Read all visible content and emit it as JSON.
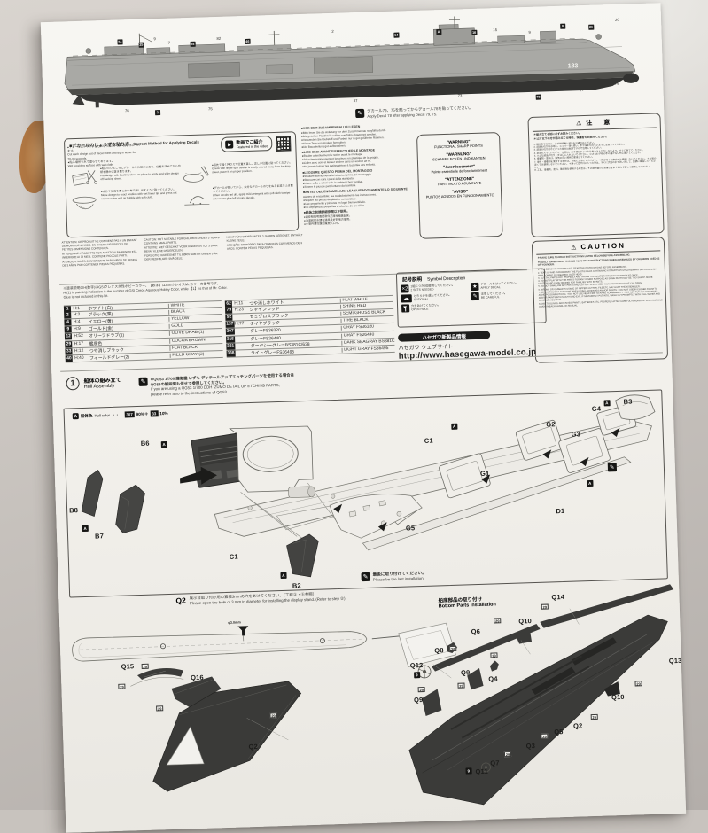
{
  "icons": {
    "play": "▶",
    "pencil": "✎",
    "star": "★",
    "warning": "⚠",
    "x2": "×2",
    "optional": "◀▶"
  },
  "ship": {
    "hull_number": "183",
    "decal_note_jp": "デカール79、75を貼ってからデカール78を貼ってください。",
    "decal_note_en": "Apply Decal 78 after applying Decal 79, 75.",
    "callouts_top": [
      "24",
      "25",
      "9",
      "7",
      "34",
      "82",
      "46",
      "2",
      "14",
      "A",
      "16",
      "15",
      "9",
      "8",
      "26",
      "20"
    ],
    "callouts_bottom": [
      "76",
      "2",
      "75",
      "37",
      "73",
      "78",
      "77",
      "74"
    ]
  },
  "decal_guide": {
    "title_jp": "■デカールのじょうずな貼り方",
    "title_en": "Correct Method for Applying Decals",
    "intro": [
      {
        "jp": "●デカールはデザインごとに切り離し、20〜30秒水につけます。",
        "en": "Cut each design out of decal sheet and dip in water for 20-30 seconds."
      },
      {
        "jp": "●貼る場所を水で湿らせておきます。",
        "en": "Wet receiving surface with wet cloth."
      }
    ],
    "steps": [
      {
        "jp": "●貼りたいところにデカールを台紙ごとあて、位置を決めてから台紙を静かに抜き取ります。",
        "en": "Put design with backing sheet on place to apply, and slide design off backing sheet."
      },
      {
        "jp": "●指先で軽く押さえて位置を直し、正しい位置に貼ってください。",
        "en": "Check with finger tip if design is easily moved away from backing sheet, place it on proper position."
      },
      {
        "jp": "●水分や気泡を柔らかい布で押し出すように取ってください。",
        "en": "Move design to exact position with wet finger tip, and press out excess water and air bubble with soft cloth."
      },
      {
        "jp": "●デカールが乾いてから、余分なデカールのりをぬるま湯でふき取ってください。",
        "en": "When decals get dry, apply mild detergent with soft cloth to wipe out excess glue left around decals."
      }
    ],
    "video_jp": "動画でご紹介",
    "video_en": "Featured in the video"
  },
  "read_first": {
    "sections": [
      {
        "h": "■VOR DEM ZUSAMMENBAU ZU LESEN",
        "lines": [
          "●Bitte lesen Sie die Anleitung vor dem Zusammenbau sorgfältig durch.",
          "●Die geteilten Plastikteile sollten sorgfältig abgetrennt werden.",
          "●Verwenden Sie Klebstoff und Farben nur in gut gelüfteten Räumen.",
          "●Kleine Teile von Kindern fernhalten.",
          "●Die Bauanleitung gut aufbewahren."
        ]
      },
      {
        "h": "■LIRE CECI AVANT D'EFFECTUER LE MONTAGE",
        "lines": [
          "●Étudier attentivement la notice avant le montage.",
          "●Détacher soigneusement les pièces en plastique de la grappe.",
          "●Coller avec soin et laisser sécher dans un endroit aé ré.",
          "●Ne jamais laisser les petites pièces à la portée des enfants."
        ]
      },
      {
        "h": "■LEGGERE QUESTO PRIMA DEL MONTAGGIO",
        "lines": [
          "●Studiare attentamente le istruzioni prima del montaggio.",
          "●Staccare con cura i pezzi dalla stampata.",
          "●Usare colla e colori solo in ambienti ben ventilati.",
          "●Tenere le piccole parti lontano dai bambini."
        ]
      },
      {
        "h": "■ANTES DEL ENSAMBLAJE, LEA CUIDADOSAMENTE LO SIGUIENTE",
        "lines": [
          "●Antes de ensamblar, lea cuidadosamente las instrucciones.",
          "●Separe las piezas de plástico con cuidado.",
          "●Use pegamento y pinturas en lugar bien ventilado.",
          "●No deje piezas pequeñas al alcance de los niños."
        ]
      },
      {
        "h": "■組装之前請詳細参閲以下説明。",
        "lines": [
          "●請参照説明書把零件正確地組装起来。",
          "●油漆和胶水請在通風良好的地方使用。",
          "●小零件請勿譲幼童放入口中。"
        ]
      }
    ]
  },
  "sharp_box": {
    "rows": [
      [
        "\"WARNING\"",
        "FUNCTIONAL SHARP POINTS"
      ],
      [
        "\"WARNUNG\"",
        "SCHARFE ECKEN UND KANTEN"
      ],
      [
        "\"Avertissement\"",
        "Pointe essentielle de fonctionnement"
      ],
      [
        "\"ATTENZIONE\"",
        "PARTI MOLTO ACUMINATE"
      ],
      [
        "\"AVISO\"",
        "PUNTOS AGUDOS EN FUNCIONAMIENTO"
      ]
    ]
  },
  "jp_caution": {
    "title": "注　意",
    "lead": [
      "＊組み立てる前に必ずお読みください。",
      "＊12才以下の方が組み立てる時は、保護者もお読みください。"
    ],
    "lines": [
      "1. 組み立てる前に、必ず説明書と部品をお確かめください。",
      "2. 部品を切り取る時は、ニッパー等を使い、手や指を切らないように注意してください。",
      "3. 部品の切り口やとがった部分は危険ですので注意してください。",
      "4. 部品の入っていたビニール袋は、お子様がかぶったり飲み込んだりしないよう、すぐに捨ててください。",
      "5. 小さな部品や切りくずは口に入れないでください。小さなお子様の手の届かない所に置いてください。",
      "6. 接着剤・塗料は、換気の良い場所で使用してください。",
      "7. 塗料・接着剤を使用する場合は、下記に注意してください。＊締め切った室内では使用しないでください。＊火気の近くでは使用しないでください。＊誤って目や口に入った時は、すぐに大量の水で洗い流して、医師に相談してください。",
      "8. 工具、接着剤、塗料、電池等を使用する場合は、その説明書の注意書きをよく読んで正しく使用してください。"
    ]
  },
  "caution_en": {
    "title": "CAUTION",
    "lead": [
      "＊MAKE SURE TO READ INSTRUCTIONS LISTED BELOW BEFORE ASSEMBLING.",
      "＊ADULT SUPERVISION SHOULD ALSO READ INSTRUCTIONS WHEN ASSEMBLED BY CHILDREN AGED 12 OR YOUNGER."
    ],
    "lines": [
      "1. THIS BEING AN ASSEMBLY KIT, READ THE INSTRUCTIONS BEFORE ASSEMBLING.",
      "2. TEAR UP AND THROW AWAY THE PLASTIC BAGS CONTAINING KIT PARTS AS CHILDREN MAY SUFFOCATE BY SWALLOWING OR WEARING OVER HEAD.",
      "3. CUT THE PARTS OFF PROPERLY AND THROW THE WASTE PARTS INTO DUSTBOX AT ONCE.",
      "4. DO NOT PLAY WITH THE PARTS FOR ANY OTHER PURPOSE AS SOME PARTS MAY BE TOO SHARP. MORE CAUTION AND CARE NEEDED FOR FAMILIES WITH INFANTS.",
      "5. DO NOT SWALLOW ANY PARTS AND CUT-OFF CHIPS. KEEP AWAY FROM REACH OF CHILDREN.",
      "6. WRONG OR CARELESS USAGE OF NIPPER, CUTTER, FILE ETC. MAY HURT THE ASSEMBLER.",
      "7. BE CAUTIOUS AS FOLLOWS WHEN USING ADHESIVES AND/OR PAINTS: ＊DO NOT USE IN CLOSED ROOM TO AVOID POISONING/TOXIC. ＊DO NOT USE NEAR FIRE TO AVOID FLAMMABILITY. ＊DO NOT PUT ANY ADHESIVES AND/OR PAINTS INTO MOUTH AND EYE. IF MISTAKENLY PUT INTO, WASH OUT PROMPTLY WITH FULL WATER AND CONSULT A DOCTOR.",
      "8. USE TOOLINGS, ADHESIVES, PAINTS, BATTERIES ETC. PROPERLY AFTER CAREFUL READING OF INSTRUCTIONS GIVEN IN EACH HANDLING MANUAL."
    ]
  },
  "small_warnings": {
    "col1": [
      "ATTENTION: CE PRODUIT NE CONVIENT PAS A UN ENFANT DE MOINS DE 36 MOIS. EN RAISON DES PIECES DE PETITES DIMENSIONS CONTENUES.",
      "ATTENZIONE: PRODOTTO NON ADATTO AI BAMBINI DI ETA INFERIORE AI 36 MESI. CONTIENE PICCOLE PARTI.",
      "ATENCION: NO ES CONVENIENTE PARA NIÑOS DE MENOS DE 3 AÑOS POR CONTENER PIEZAS PEQUEÑAS."
    ],
    "col2": [
      "CAUTION: NOT SUITABLE FOR CHILDREN UNDER 3 YEARS. CONTAINS SMALL PARTS.",
      "ATTENTIE: NIET GESCHIKT VOOR KINDEREN TOT 3 JAAR. BEVAT KLEINE ONDERDELEN.",
      "FORSIGTIG: IKKE EGNET TIL BØRN SOM ER UNDER 3 ÅR. DER MEDFØLGER SMÅ DELE."
    ],
    "col3": [
      "NICHT FÜR KINDER UNTER 3 JAHREN GEEIGNET. ENTHÄLT KLEINE TEILE.",
      "ATENÇÃO: IMPRÓPRIO PARA CRIANÇAS COM MENOS DE 3 ANOS. CONTÉM PEÇAS PEQUENAS."
    ]
  },
  "paint": {
    "note_jp": "※塗装説明のH(数字)はGSIクレオス水性ホビーカラー、【数字】はGSIクレオスMr.カラーの番号です。",
    "note_en": "H:(1) in painting indication is the number of GSI Creos Aqueous Hobby Color, while 【1】 is that of Mr. Color.",
    "note_glue": "Glue is not included in this kit.",
    "left": [
      [
        "1",
        "H:1",
        "ホワイト(白)",
        "WHITE"
      ],
      [
        "2",
        "H:2",
        "ブラック(黒)",
        "BLACK"
      ],
      [
        "4",
        "H:4",
        "イエロー(黄)",
        "YELLOW"
      ],
      [
        "9",
        "H:9",
        "ゴールド(金)",
        "GOLD"
      ],
      [
        "12",
        "H:52",
        "オリーブドラブ(1)",
        "OLIVE DRAB (1)"
      ],
      [
        "29",
        "H:17",
        "艦底色",
        "COCOA BROWN"
      ],
      [
        "33",
        "H:12",
        "つや消しブラック",
        "FLAT BLACK"
      ],
      [
        "40",
        "H:40",
        "フィールドグレー(2)",
        "FIELD GRAY (2)"
      ]
    ],
    "right": [
      [
        "62",
        "H:11",
        "つや消しホワイト",
        "FLAT WHITE"
      ],
      [
        "79",
        "H:23",
        "シャインレッド",
        "SHINE RED"
      ],
      [
        "92",
        "",
        "セミグロスブラック",
        "SEMI GROSS BLACK"
      ],
      [
        "137",
        "H:77",
        "タイヤブラック",
        "TIRE BLACK"
      ],
      [
        "307",
        "",
        "グレーFS36320",
        "GRAY FS36320"
      ],
      [
        "315",
        "",
        "グレーFS26440",
        "GRAY FS26440"
      ],
      [
        "331",
        "",
        "ダークシーグレーBS381C/638",
        "DARK SEAGRAY BS381C/638"
      ],
      [
        "338",
        "",
        "ライトグレーFS36495",
        "LIGHT GRAY FS36495"
      ]
    ]
  },
  "symbols": {
    "title_jp": "記号説明",
    "title_en": "Symbol Description",
    "items": [
      {
        "icon": "×2",
        "jp": "1組につき2個使用してください。",
        "en": "2 SETS NEEDED"
      },
      {
        "icon": "★",
        "jp": "デカールをはってください。",
        "en": "APPLY DECAL"
      },
      {
        "icon": "◀▶",
        "jp": "どちらかを選んでください。",
        "en": "OPTIONAL"
      },
      {
        "icon": "✎",
        "jp": "注意してください。",
        "en": "BE CAREFUL"
      },
      {
        "icon": "",
        "jp": "穴をあけてください。",
        "en": "OPEN HOLE"
      }
    ]
  },
  "hasegawa": {
    "pill": "ハセガワ新製品情報",
    "site": "ハセガワ ウェブサイト",
    "url": "http://www.hasegawa-model.co.jp"
  },
  "step1": {
    "num": "1",
    "title_jp": "船体の組み立て",
    "title_en": "Hull Assembly",
    "note_jp1": "※QG53 1/700 護衛艦 いずも ディテールアップエッチングパーツを使用する場合は",
    "note_jp2": "QG53の解説図も併せて参照してください。",
    "note_en1": "If you are using a QG53 1/700 DDH IZUMO DETAIL UP ETCHING PARTS,",
    "note_en2": "please refer also to the instructions of QG53.",
    "a": "A",
    "hull_color_jp": "船体色",
    "hull_color_en": "Hull color",
    "dots": "・・・",
    "mix_c1": "307",
    "mix_p1": "90%＋",
    "mix_c2": "33",
    "mix_p2": "10%",
    "labels": [
      "B6",
      "B8",
      "B7",
      "C1",
      "B2",
      "C1",
      "G1",
      "G2",
      "G3",
      "G4",
      "G5",
      "B3",
      "D1"
    ],
    "last_jp": "最後に取り付けてください。",
    "last_en": "Please be the last installation."
  },
  "q2": {
    "label": "Q2",
    "jp": "展示台取り付け用の直径3mmの穴をあけてください。（工程②・⑥参照）",
    "en": "Please open the hole of 3 mm in diameter for installing the display stand. (Refer to step ②)",
    "dia": "φ3.0mm"
  },
  "bottom": {
    "title_jp": "船底部品の取り付け",
    "title_en": "Bottom Parts Installation",
    "m29": "29",
    "m9": "9",
    "labels": [
      "Q14",
      "Q10",
      "Q6",
      "Q8",
      "Q12",
      "Q9",
      "Q4",
      "Q9",
      "Q13",
      "Q10",
      "Q2",
      "Q5",
      "Q3",
      "Q7",
      "Q11"
    ],
    "left_labels": [
      "Q15",
      "Q16",
      "Q2"
    ]
  }
}
